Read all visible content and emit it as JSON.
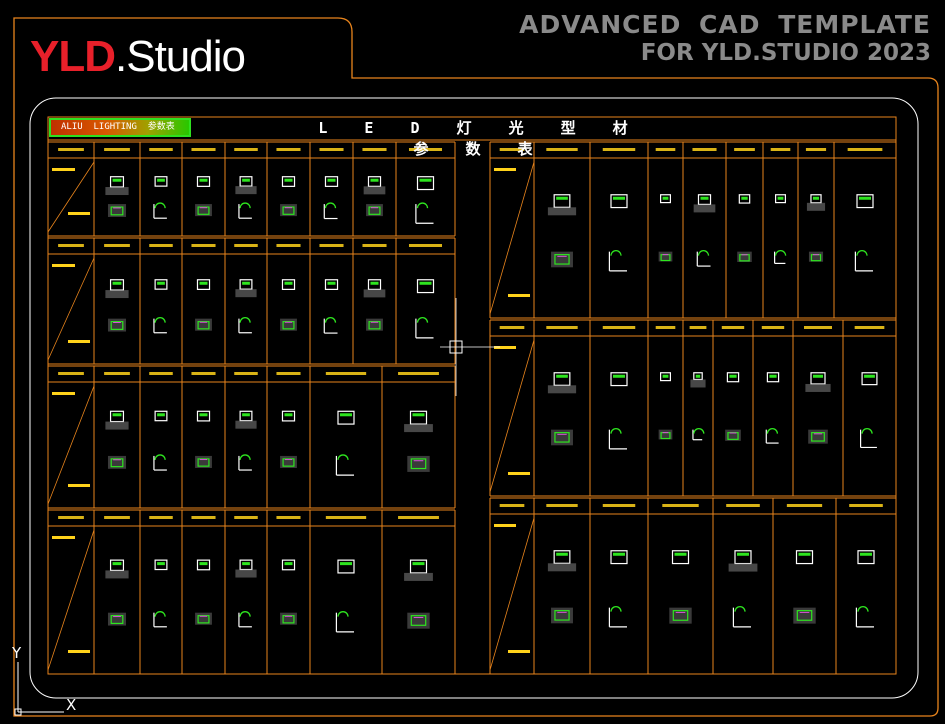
{
  "brand": {
    "yld": "YLD",
    "studio": ".Studio"
  },
  "banner": {
    "line1": "ADVANCED  CAD  TEMPLATE",
    "line2": "FOR YLD.STUDIO 2023"
  },
  "sheet": {
    "chip_label": "ALIU  LIGHTING  参数表",
    "title": "L E D 灯 光 型 材 参 数 表"
  },
  "ucs": {
    "y": "Y",
    "x": "X"
  },
  "colors": {
    "frame": "#e8841c",
    "bright": "#ffd21a",
    "profile": "#ffffff",
    "accent": "#2ee51f",
    "detail": "#d64fd6"
  }
}
